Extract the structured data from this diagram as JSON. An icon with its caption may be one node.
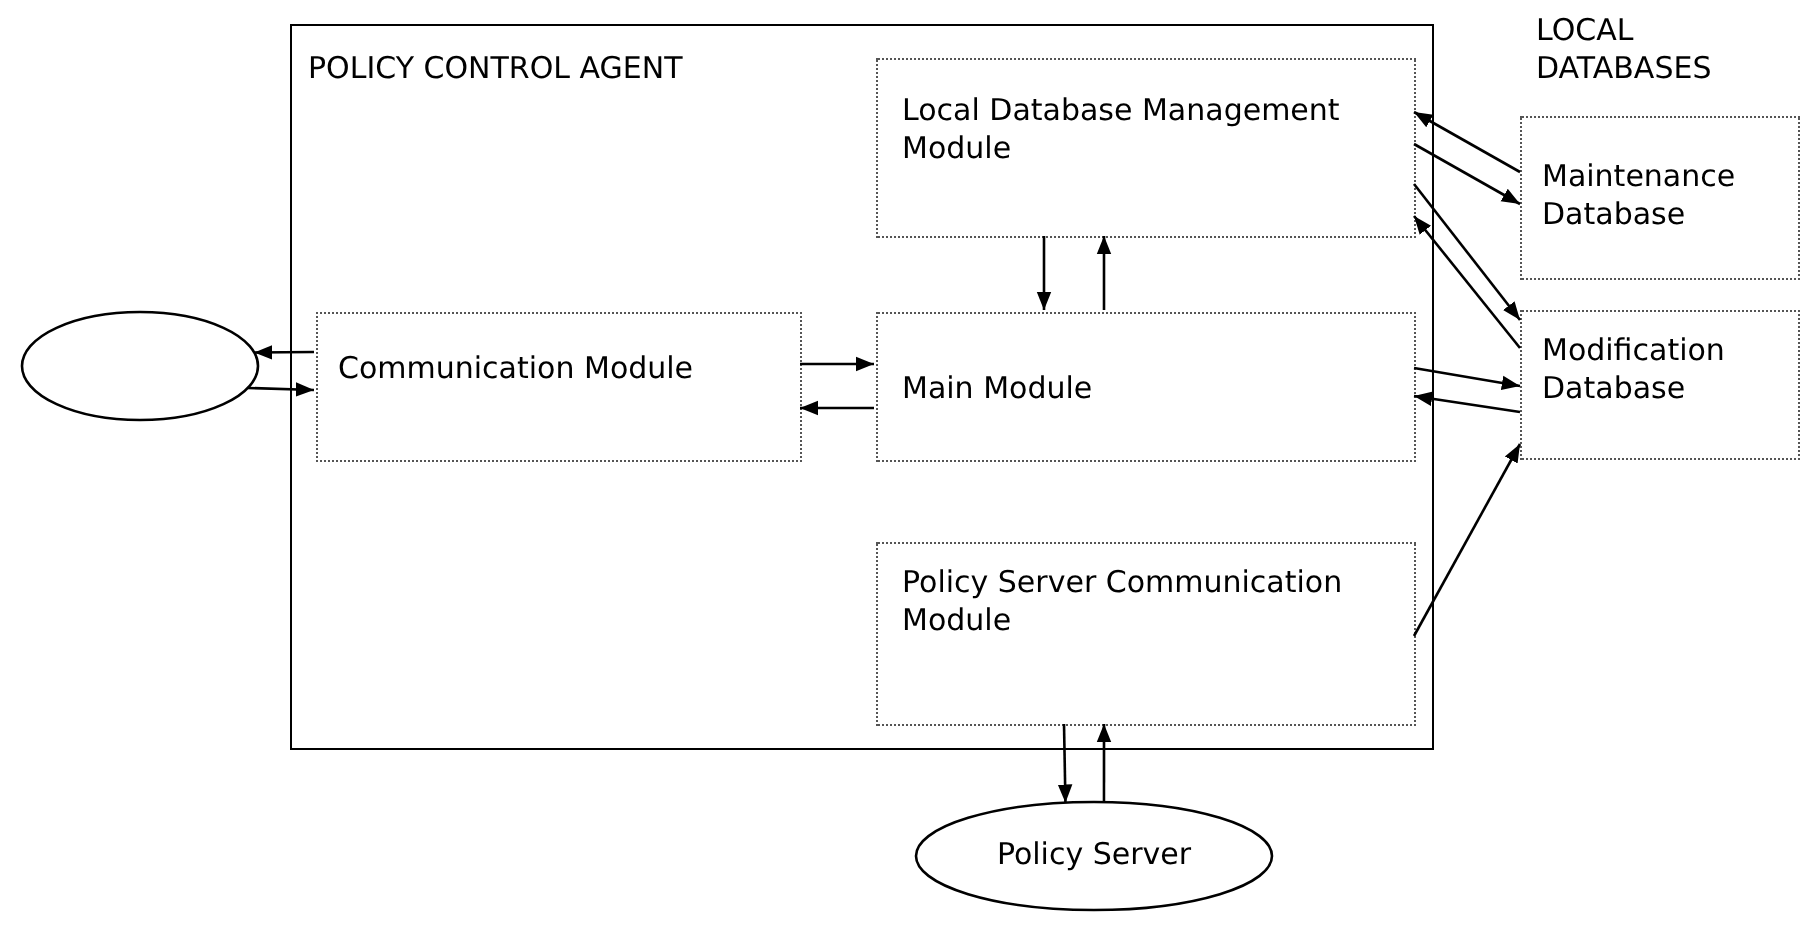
{
  "diagram": {
    "nodes": [
      {
        "text": [
          "POLICY CONTROL AGENT"
        ]
      },
      {
        "text": [
          "Local Database Management Module"
        ],
        "in": 0
      },
      {
        "text": [
          "Communication Module"
        ],
        "in": 0
      },
      {
        "text": [
          "Main Module"
        ],
        "in": 0
      },
      {
        "text": [
          "Policy Server Communication Module"
        ],
        "in": 0
      },
      {
        "text": [
          "Maintenance Database"
        ]
      },
      {
        "text": [
          "Modification Database"
        ]
      },
      {
        "text": [],
        "shape": "ellipse"
      },
      {
        "text": [
          "Policy Server"
        ]
      }
    ],
    "edges": [
      {
        "from": 2,
        "to": 7,
        "arrow": "to"
      },
      {
        "from": 7,
        "to": 2,
        "arrow": "to"
      },
      {
        "from": 2,
        "to": 3,
        "arrow": "to"
      },
      {
        "from": 3,
        "to": 2,
        "arrow": "to"
      },
      {
        "from": 1,
        "to": 3,
        "arrow": "to"
      },
      {
        "from": 3,
        "to": 1,
        "arrow": "to"
      },
      {
        "from": 1,
        "to": 5,
        "arrow": "to"
      },
      {
        "from": 5,
        "to": 1,
        "arrow": "to"
      },
      {
        "from": 1,
        "to": 6,
        "arrow": "to"
      },
      {
        "from": 6,
        "to": 1,
        "arrow": "to"
      },
      {
        "from": 3,
        "to": 6,
        "arrow": "to"
      },
      {
        "from": 6,
        "to": 3,
        "arrow": "to"
      },
      {
        "from": 4,
        "to": 6,
        "arrow": "to"
      },
      {
        "from": 4,
        "to": 8,
        "arrow": "to"
      },
      {
        "from": 8,
        "to": 4,
        "arrow": "to"
      }
    ],
    "labels": [
      "LOCAL DATABASES"
    ]
  }
}
